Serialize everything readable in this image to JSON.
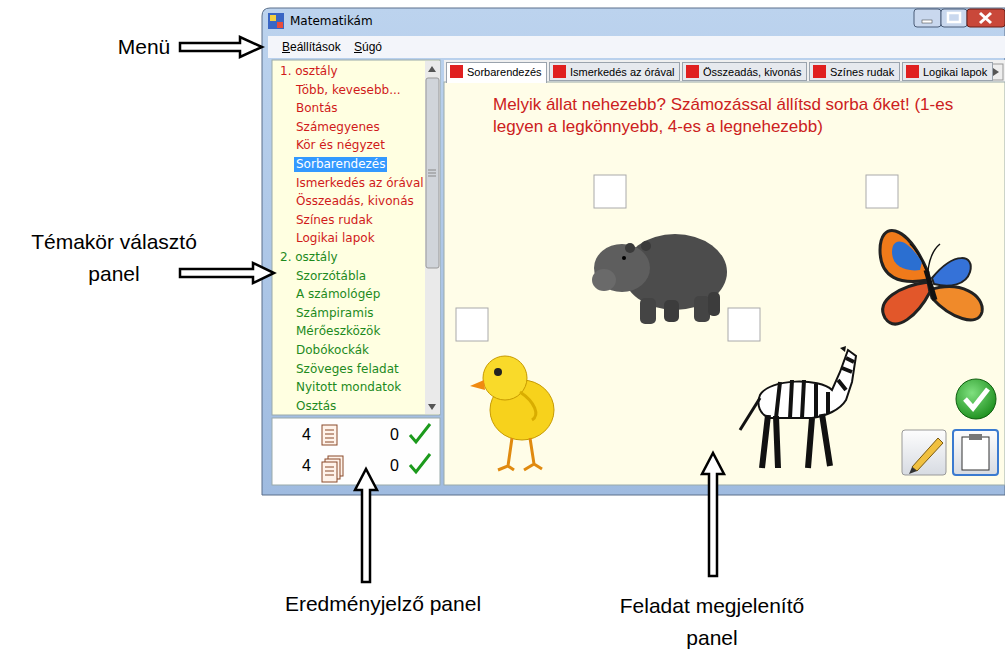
{
  "diagram": {
    "nodes": [
      {
        "text": [
          "Matematikám"
        ]
      },
      {
        "text": [
          "Beállítások",
          "Súgó"
        ],
        "in": 0
      },
      {
        "text": [
          "1. osztály",
          "Több, kevesebb...",
          "Bontás",
          "Számegyenes",
          "Kör és négyzet",
          "Sorbarendezés",
          "Ismerkedés az órával",
          "Összeadás, kivonás",
          "Színes rudak",
          "Logikai lapok",
          "2. osztály",
          "Szorzótábla",
          "A számológép",
          "Számpiramis",
          "Mérőeszközök",
          "Dobókockák",
          "Szöveges feladat",
          "Nyitott mondatok",
          "Osztás"
        ],
        "in": 0
      },
      {
        "text": [
          "4",
          "0",
          "4",
          "0"
        ],
        "in": 0
      },
      {
        "text": [
          "Melyik állat nehezebb? Számozással állítsd sorba őket! (1-es legyen a legkönnyebb, 4-es a legnehezebb)"
        ],
        "in": 0
      },
      {
        "text": [
          "Sorbarendezés"
        ],
        "in": 0
      },
      {
        "text": [
          "Ismerkedés az órával"
        ],
        "in": 0
      },
      {
        "text": [
          "Összeadás, kivonás"
        ],
        "in": 0
      },
      {
        "text": [
          "Színes rudak"
        ],
        "in": 0
      },
      {
        "text": [
          "Logikai lapok"
        ],
        "in": 0
      }
    ],
    "labels": [
      "Menü",
      "Témakör választó panel",
      "Eredményjelző panel",
      "Feladat megjelenítő panel"
    ]
  }
}
